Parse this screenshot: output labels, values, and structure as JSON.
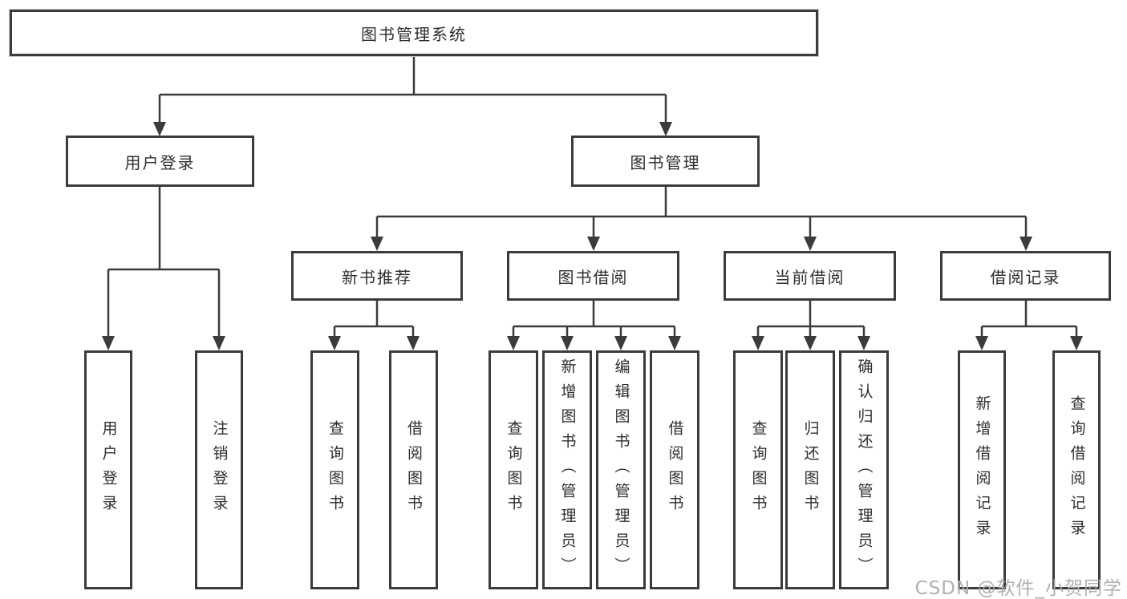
{
  "tree": {
    "label": "图书管理系统",
    "children": [
      {
        "label": "用户登录",
        "children": [
          {
            "label": "用户登录"
          },
          {
            "label": "注销登录"
          }
        ]
      },
      {
        "label": "图书管理",
        "children": [
          {
            "label": "新书推荐",
            "children": [
              {
                "label": "查询图书"
              },
              {
                "label": "借阅图书"
              }
            ]
          },
          {
            "label": "图书借阅",
            "children": [
              {
                "label": "查询图书"
              },
              {
                "label": "新增图书（管理员）"
              },
              {
                "label": "编辑图书（管理员）"
              },
              {
                "label": "借阅图书"
              }
            ]
          },
          {
            "label": "当前借阅",
            "children": [
              {
                "label": "查询图书"
              },
              {
                "label": "归还图书"
              },
              {
                "label": "确认归还（管理员）"
              }
            ]
          },
          {
            "label": "借阅记录",
            "children": [
              {
                "label": "新增借阅记录"
              },
              {
                "label": "查询借阅记录"
              }
            ]
          }
        ]
      }
    ]
  },
  "watermark": "CSDN @软件_小贺同学",
  "colors": {
    "line": "#3b3b3b",
    "box_border": "#3b3b3b",
    "text": "#2e2e2e",
    "watermark": "#acacac",
    "background": "#ffffff"
  }
}
